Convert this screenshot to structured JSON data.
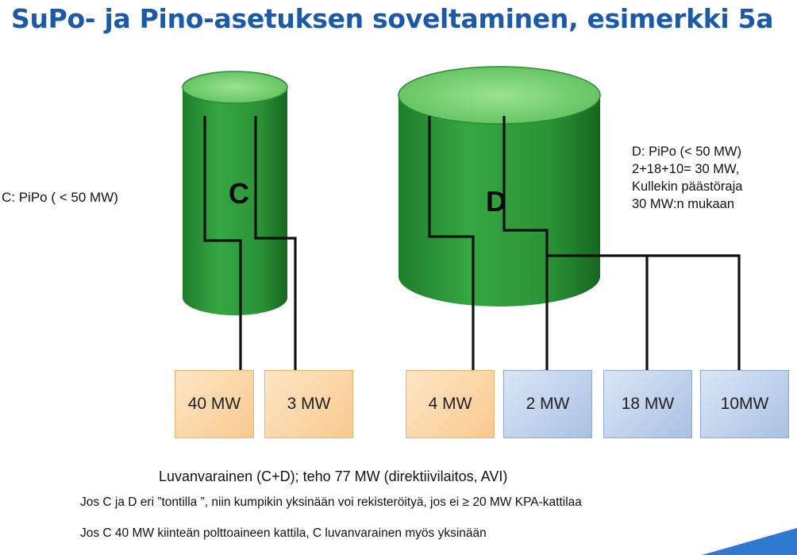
{
  "title": "SuPo- ja Pino-asetuksen soveltaminen, esimerkki 5a",
  "cylinders": {
    "c": {
      "label": "C"
    },
    "d": {
      "label": "D"
    }
  },
  "labels": {
    "c_side": "C: PiPo ( < 50 MW)",
    "d_side": [
      "D: PiPo (< 50 MW)",
      "2+18+10= 30 MW,",
      "Kullekin päästöraja",
      "30 MW:n mukaan"
    ]
  },
  "boxes": [
    {
      "label": "40 MW",
      "color": "orange"
    },
    {
      "label": "3 MW",
      "color": "orange"
    },
    {
      "label": "4 MW",
      "color": "orange"
    },
    {
      "label": "2 MW",
      "color": "blue"
    },
    {
      "label": "18 MW",
      "color": "blue"
    },
    {
      "label": "10MW",
      "color": "blue"
    }
  ],
  "notes": [
    "Luvanvarainen (C+D); teho 77 MW (direktiivilaitos, AVI)",
    "Jos C ja D eri ”tontilla ”, niin kumpikin yksinään voi rekisteröityä, jos ei ≥ 20 MW KPA-kattilaa",
    "Jos C 40 MW kiinteän polttoaineen kattila, C luvanvarainen myös yksinään"
  ],
  "colors": {
    "title": "#1c5aa8",
    "cylinder_body": "#2f9a3c",
    "cylinder_top": "#7fd07a",
    "orange_box": "#f9c98e",
    "blue_box": "#a9c1e4",
    "accent": "#2f79d0"
  }
}
